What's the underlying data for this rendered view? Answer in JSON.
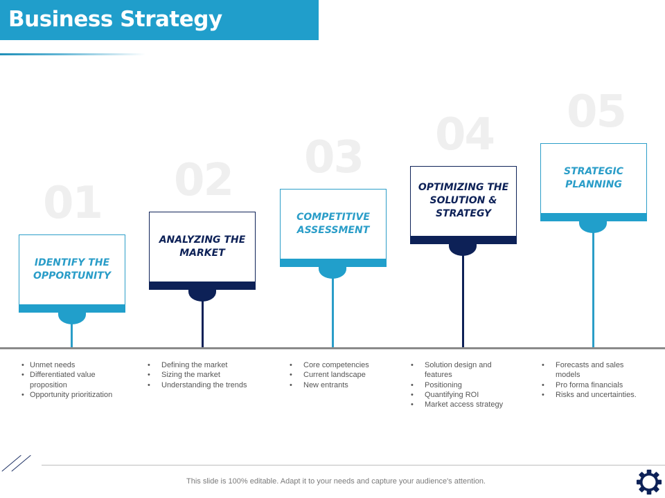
{
  "header": {
    "title": "Business Strategy",
    "accent_color": "#209ecb",
    "dark_color": "#0d2157"
  },
  "steps": [
    {
      "number": "01",
      "title": "IDENTIFY THE OPPORTUNITY",
      "style": "light",
      "bullets": [
        "Unmet needs",
        "Differentiated value proposition",
        "Opportunity prioritization"
      ]
    },
    {
      "number": "02",
      "title": "ANALYZING THE MARKET",
      "style": "dark",
      "bullets": [
        "Defining the market",
        "Sizing the market",
        "Understanding the trends"
      ]
    },
    {
      "number": "03",
      "title": "COMPETITIVE ASSESSMENT",
      "style": "light",
      "bullets": [
        "Core competencies",
        "Current landscape",
        "New entrants"
      ]
    },
    {
      "number": "04",
      "title": "OPTIMIZING THE SOLUTION & STRATEGY",
      "style": "dark",
      "bullets": [
        "Solution design and features",
        "Positioning",
        "Quantifying ROI",
        "Market access strategy"
      ]
    },
    {
      "number": "05",
      "title": "STRATEGIC PLANNING",
      "style": "light",
      "bullets": [
        "Forecasts and sales models",
        "Pro forma financials",
        "Risks and uncertainties."
      ]
    }
  ],
  "footer": {
    "text": "This slide is 100% editable. Adapt it to your needs and capture your audience's attention.",
    "icon": "gear-icon"
  }
}
